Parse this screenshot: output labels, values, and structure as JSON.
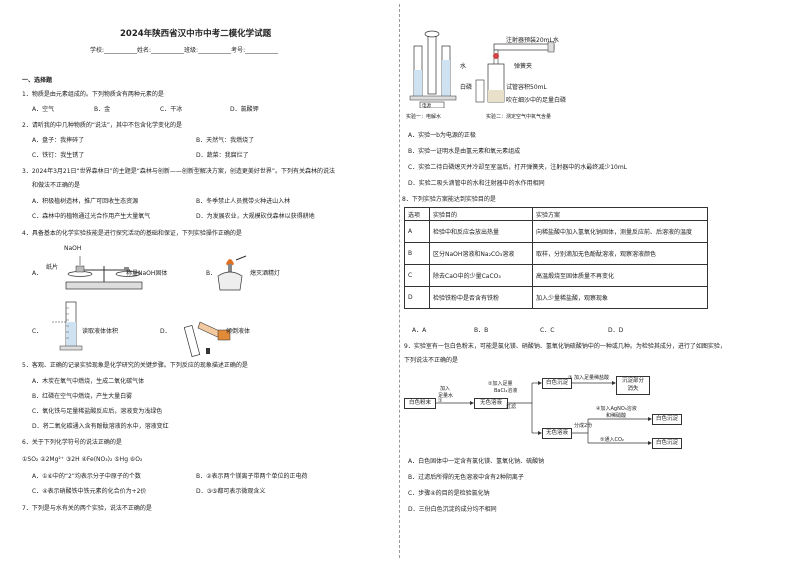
{
  "title": "2024年陕西省汉中市中考二模化学试题",
  "student_info": "学校:___________姓名:___________班级:___________考号:___________",
  "section1": "一、选择题",
  "q1": {
    "stem": "1．物质是由元素组成的。下列物质含有两种元素的是",
    "opts": [
      "A．空气",
      "B．金",
      "C．干冰",
      "D．氯酸钾"
    ]
  },
  "q2": {
    "stem": "2．请听我的中几种物质的“说法”，其中不包含化学变化的是",
    "opts": [
      "A．盘子：我摔碎了",
      "B．天然气：我燃烧了",
      "C．铁钉：我生锈了",
      "D．蔬菜：我腐烂了"
    ]
  },
  "q3": {
    "stem1": "3．2024年3月21日“世界森林日”的主题是“森林与创新——创新型解决方案，创造更美好世界”。下列有关森林的说法",
    "stem2": "和做法不正确的是",
    "opts": [
      "A．积极植树造林，推广可回收生态资源",
      "B．冬季禁止人员携带火种进山入林",
      "C．森林中的植物通过光合作用产生大量氧气",
      "D．为发展农业，大规模砍伐森林以获得耕地"
    ]
  },
  "q4": {
    "stem": "4．具备基本的化学实验技能是进行探究活动的基础和保证，下列实验操作正确的是",
    "labels": {
      "naoh": "NaOH",
      "paper": "纸片",
      "a_text": "称量NaOH固体",
      "b_text": "熄灭酒精灯",
      "c_text": "读取液体体积",
      "d_text": "倾倒液体"
    },
    "opt_a": "A．",
    "opt_b": "B．",
    "opt_c": "C．",
    "opt_d": "D．"
  },
  "q5": {
    "stem": "5．客观、正确的记录实验现象是化学研究的关键步骤。下列反应的现象描述正确的是",
    "opts": [
      "A．木炭在氧气中燃烧，生成二氧化碳气体",
      "B．红磷在空气中燃烧，产生大量白雾",
      "C．氧化铁与足量稀盐酸反应后，溶液变为浅绿色",
      "D．将二氧化碳通入含有酚酞溶液的水中，溶液变红"
    ]
  },
  "q6": {
    "stem": "6．关于下列化学符号的说法正确的是",
    "symbols": "①SO₂  ②2Mg²⁺  ③2H  ④Fe(NO₃)₂  ⑤Hg  ⑥O₂",
    "opts": [
      "A．①⑥中的“2”均表示分子中原子的个数",
      "B．②表示两个镁离子带两个单位的正电荷",
      "C．④表示硝酸铁中铁元素的化合价为+2价",
      "D．③⑤都可表示微观含义"
    ]
  },
  "q7": {
    "stem": "7．下列是与水有关的两个实验，说法不正确的是"
  },
  "fig7": {
    "syringe": "注射器预装20mL水",
    "water": "水",
    "clamp": "弹簧夹",
    "phosphorus": "白磷",
    "tube": "试管容积50mL",
    "cotton": "吹在细沙中的足量白磷",
    "battery": "电源",
    "cap1": "实验一：电解水",
    "cap2": "实验二：测定空气中氧气含量"
  },
  "q7opts": [
    "A．实验一b为电源的正极",
    "B．实验一证明水是由氢元素和氧元素组成",
    "C．实验二待白磷熄灭并冷却至室温后，打开弹簧夹，注射器中的水最终减少10mL",
    "D．实验二吸头滴管中的水和注射器中的水作用相同"
  ],
  "q8": {
    "stem": "8．下列实验方案能达到实验目的是",
    "headers": [
      "选项",
      "实验目的",
      "实验方案"
    ],
    "rows": [
      [
        "A",
        "检验中和反应会放出热量",
        "向稀盐酸中加入氢氧化钠固体，测量反应前、后溶液的温度"
      ],
      [
        "B",
        "区分NaOH溶液和Na₂CO₃溶液",
        "取样，分别滴加无色酚酞溶液，观察溶液颜色"
      ],
      [
        "C",
        "除去CaO中的少量CaCO₃",
        "高温煅烧至固体质量不再变化"
      ],
      [
        "D",
        "检验铁粉中是否含有铁粉",
        "加入少量稀盐酸，观察现象"
      ]
    ],
    "opts": [
      "A．A",
      "B．B",
      "C．C",
      "D．D"
    ]
  },
  "q9": {
    "stem1": "9．实验室有一包白色粉末，可能是氯化镁、硝酸钠、氢氧化钠硫酸钠中的一种或几种。为检验其成分，进行了如图实验，",
    "stem2": "下列说法不正确的是",
    "flow": {
      "powder": "白色粉末",
      "add_water": "加入",
      "add_water2": "足量水",
      "solution": "无色溶液",
      "bacl2": "②加入足量",
      "bacl2b": "BaCl₂溶液",
      "filter": "过滤",
      "white_ppt": "白色沉淀",
      "hcl": "加入足量稀盐酸",
      "hcl_result": "沉淀部分",
      "hcl_result2": "消失",
      "colorless": "无色溶液",
      "split": "分成2份",
      "agno3": "④加入AgNO₃溶液",
      "agno3b": "和稀硝酸",
      "co2": "⑤通入CO₂",
      "ppt2": "白色沉淀",
      "ppt3": "白色沉淀",
      "step1": "①",
      "step3": "③"
    },
    "opts": [
      "A．白色固体中一定含有氯化镁、氢氧化钠、硫酸钠",
      "B．过滤后所得的无色溶液中含有2种阴离子",
      "C．步骤④的目的是检验氯化钠",
      "D．三份白色沉淀的成分均不相同"
    ]
  }
}
